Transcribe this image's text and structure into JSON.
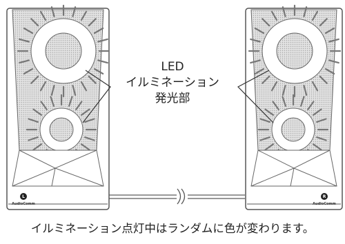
{
  "callout": {
    "line1": "LED",
    "line2": "イルミネーション",
    "line3": "発光部"
  },
  "caption": "イルミネーション点灯中はランダムに色が変わります。",
  "speakers": {
    "left": {
      "brand": "AudioComm",
      "channel": "L"
    },
    "right": {
      "brand": "AudioComm",
      "channel": "R"
    }
  },
  "colors": {
    "line": "#555555",
    "mesh": "#d8d8d8",
    "ring": "#ffffff",
    "ink": "#222222"
  }
}
